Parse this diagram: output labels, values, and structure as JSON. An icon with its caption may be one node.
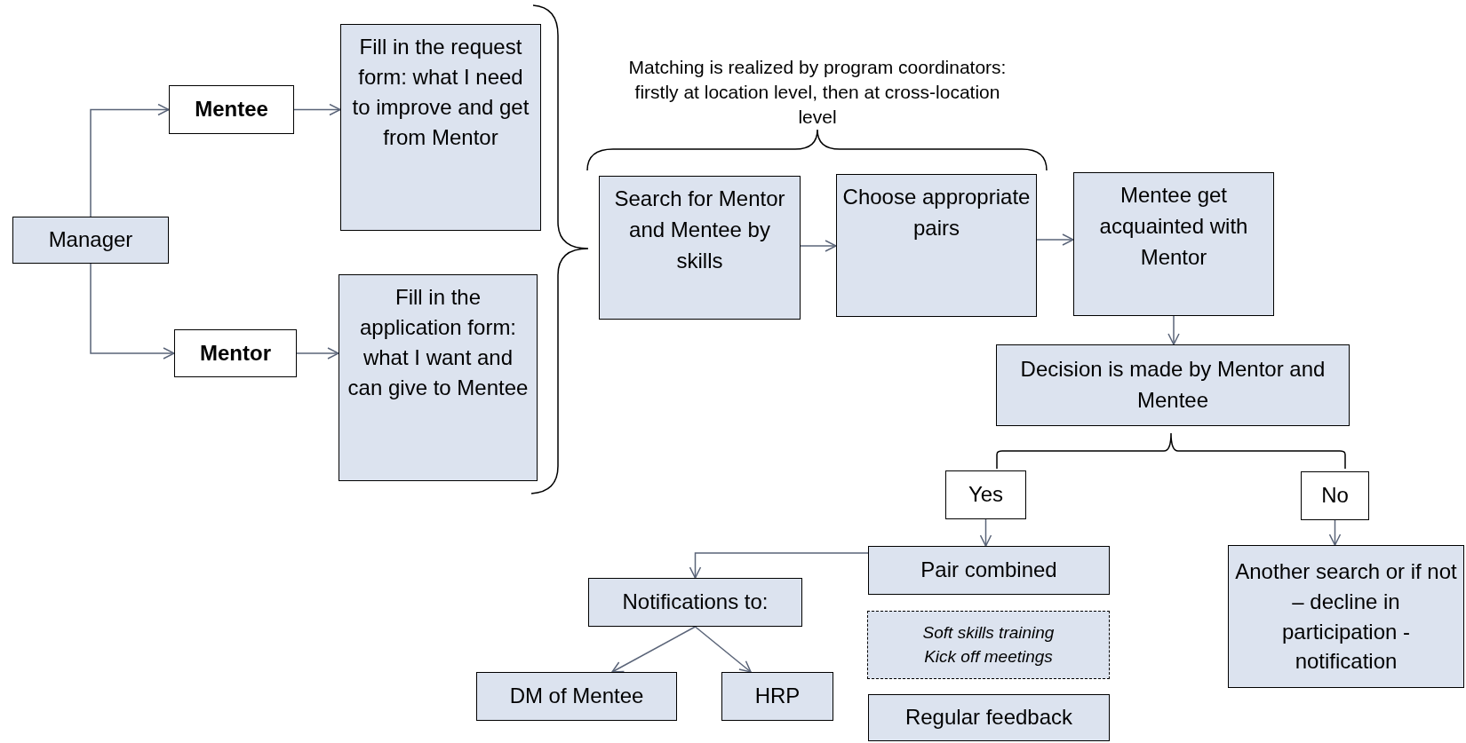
{
  "diagram": {
    "nodes": [
      {
        "text": [
          "Manager"
        ]
      },
      {
        "text": [
          "Mentee"
        ]
      },
      {
        "text": [
          "Fill in the request form: what I need to improve and get from Mentor"
        ]
      },
      {
        "text": [
          "Mentor"
        ]
      },
      {
        "text": [
          "Fill in the application form: what I want and can give to Mentee"
        ]
      },
      {
        "text": [
          "Search for Mentor and Mentee by skills"
        ]
      },
      {
        "text": [
          "Choose appropriate pairs"
        ]
      },
      {
        "text": [
          "Mentee get acquainted with Mentor"
        ]
      },
      {
        "text": [
          "Decision is made by Mentor and Mentee"
        ]
      },
      {
        "text": [
          "Yes"
        ]
      },
      {
        "text": [
          "No"
        ]
      },
      {
        "text": [
          "Pair combined"
        ]
      },
      {
        "text": [
          "Another search or if not – decline in participation - notification"
        ]
      },
      {
        "text": [
          "Notifications to:"
        ]
      },
      {
        "text": [
          "Soft skills training",
          "Kick off meetings"
        ]
      },
      {
        "text": [
          "DM of Mentee"
        ]
      },
      {
        "text": [
          "HRP"
        ]
      },
      {
        "text": [
          "Regular feedback"
        ]
      }
    ],
    "edges": [
      {
        "from": 0,
        "to": 1,
        "arrow": "to"
      },
      {
        "from": 0,
        "to": 3,
        "arrow": "to"
      },
      {
        "from": 1,
        "to": 2,
        "arrow": "to"
      },
      {
        "from": 3,
        "to": 4,
        "arrow": "to"
      },
      {
        "from": 5,
        "to": 6,
        "arrow": "to"
      },
      {
        "from": 6,
        "to": 7,
        "arrow": "to"
      },
      {
        "from": 7,
        "to": 8,
        "arrow": "to"
      },
      {
        "from": 9,
        "to": 11,
        "arrow": "to"
      },
      {
        "from": 10,
        "to": 12,
        "arrow": "to"
      },
      {
        "from": 11,
        "to": 13,
        "arrow": "to"
      },
      {
        "from": 13,
        "to": 15,
        "arrow": "to"
      },
      {
        "from": 13,
        "to": 16,
        "arrow": "to"
      }
    ],
    "labels": [
      "Matching is realized by program coordinators: firstly at location level, then at cross-location level"
    ]
  }
}
